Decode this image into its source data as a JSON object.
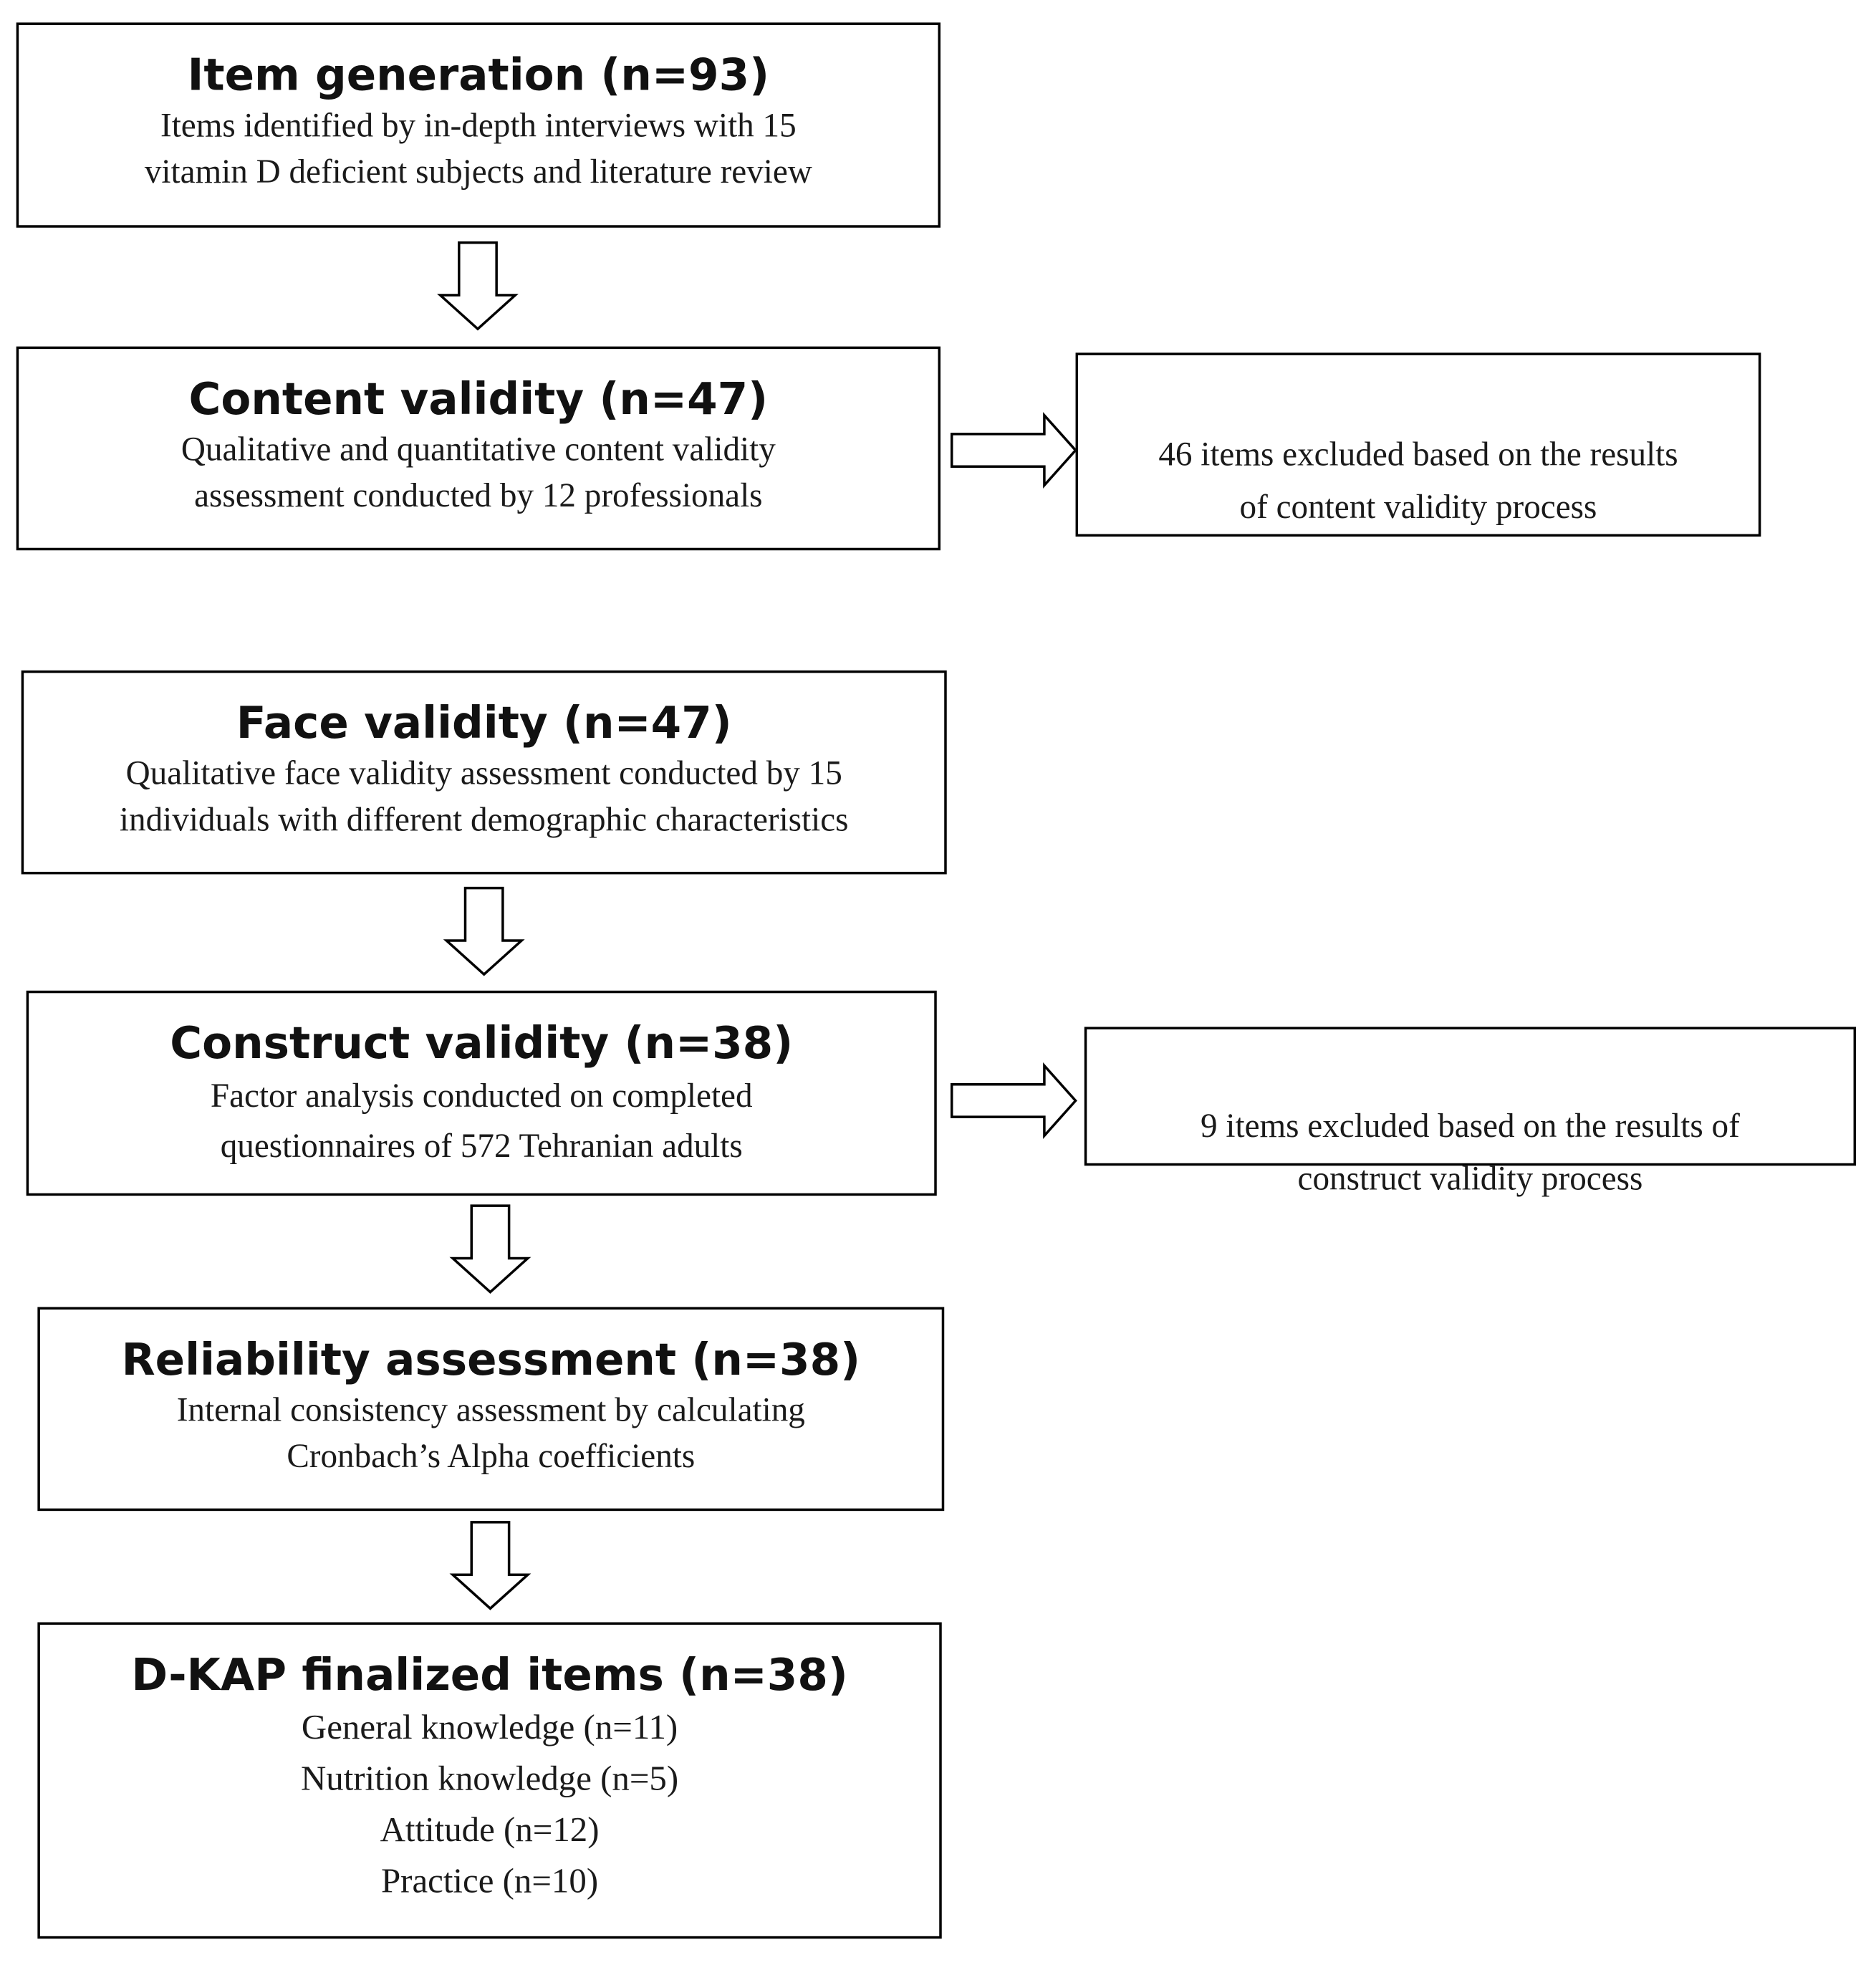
{
  "steps": {
    "item_generation": {
      "title": "Item generation (n=93)",
      "description": "Items identified by in-depth interviews with 15\nvitamin D deficient subjects and literature review"
    },
    "content_validity": {
      "title": "Content validity (n=47)",
      "description": "Qualitative and quantitative content validity\nassessment conducted by 12 professionals"
    },
    "face_validity": {
      "title": "Face validity (n=47)",
      "description": "Qualitative face validity assessment conducted by 15\nindividuals with different demographic characteristics"
    },
    "construct_validity": {
      "title": "Construct validity (n=38)",
      "description": "Factor analysis conducted on completed\nquestionnaires of 572 Tehranian adults"
    },
    "reliability": {
      "title": "Reliability assessment (n=38)",
      "description": "Internal consistency assessment by calculating\nCronbach’s Alpha coefficients"
    },
    "finalized": {
      "title": "D-KAP finalized items (n=38)",
      "items": [
        "General knowledge (n=11)",
        "Nutrition knowledge (n=5)",
        "Attitude (n=12)",
        "Practice (n=10)"
      ]
    }
  },
  "exclusions": {
    "content": "46 items excluded based on the results\nof content validity process",
    "construct": "9 items excluded based on the results of\nconstruct validity process"
  }
}
